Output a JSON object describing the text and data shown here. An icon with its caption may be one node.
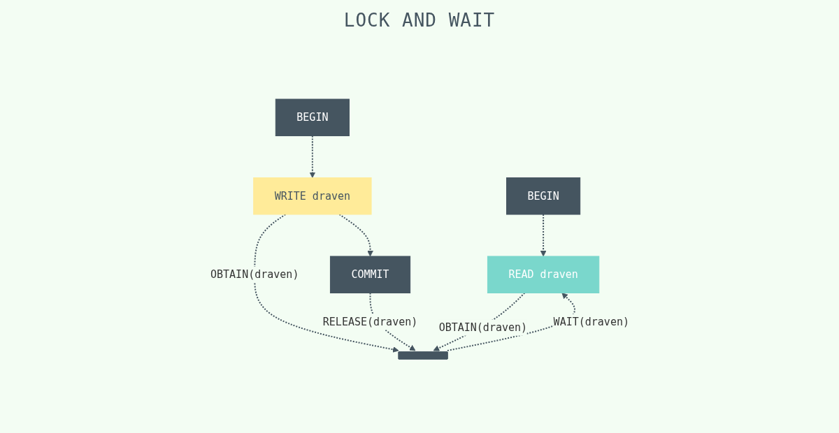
{
  "diagram": {
    "title": "LOCK AND WAIT",
    "nodes": [
      {
        "text": [
          "BEGIN"
        ]
      },
      {
        "text": [
          "BEGIN"
        ]
      },
      {
        "text": [
          "WRITE draven"
        ]
      },
      {
        "text": [
          "READ draven"
        ]
      },
      {
        "text": [
          "COMMIT"
        ]
      },
      {
        "text": [],
        "shape": "bar"
      }
    ],
    "edges": [
      {
        "from": 0,
        "to": 3,
        "arrow": "to",
        "style": "dashed"
      },
      {
        "from": 1,
        "to": 2,
        "arrow": "to",
        "style": "dashed"
      },
      {
        "from": 2,
        "to": 5,
        "label": "OBTAIN(draven)",
        "arrow": "to",
        "style": "dashed"
      },
      {
        "from": 5,
        "to": 3,
        "label": "WAIT(draven)",
        "arrow": "to",
        "style": "dashed"
      },
      {
        "from": 2,
        "to": 4,
        "arrow": "to",
        "style": "dashed"
      },
      {
        "from": 4,
        "to": 5,
        "label": "RELEASE(draven)",
        "arrow": "to",
        "style": "dashed"
      },
      {
        "from": 3,
        "to": 5,
        "label": "OBTAIN(draven)",
        "arrow": "to",
        "style": "dashed"
      }
    ]
  }
}
